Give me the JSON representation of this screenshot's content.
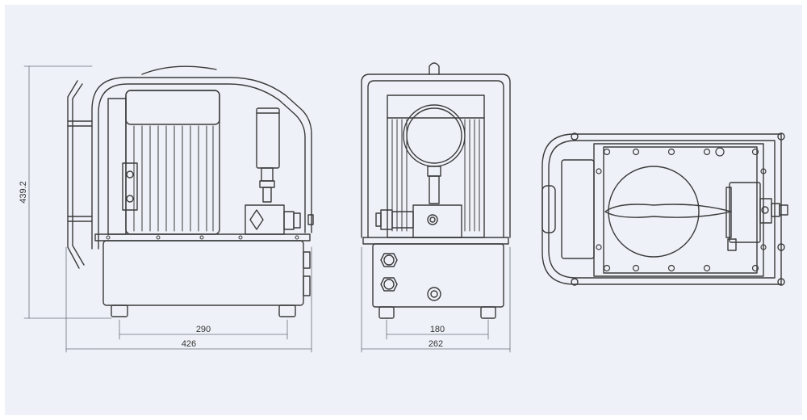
{
  "drawing": {
    "line_color": "#3a3a3a",
    "background": "#eef2f8",
    "views": [
      "side-view",
      "front-view",
      "top-view"
    ]
  },
  "dimensions": {
    "side_height": "439.2",
    "side_foot_spacing": "290",
    "side_overall_length": "426",
    "front_foot_spacing": "180",
    "front_overall_width": "262"
  }
}
